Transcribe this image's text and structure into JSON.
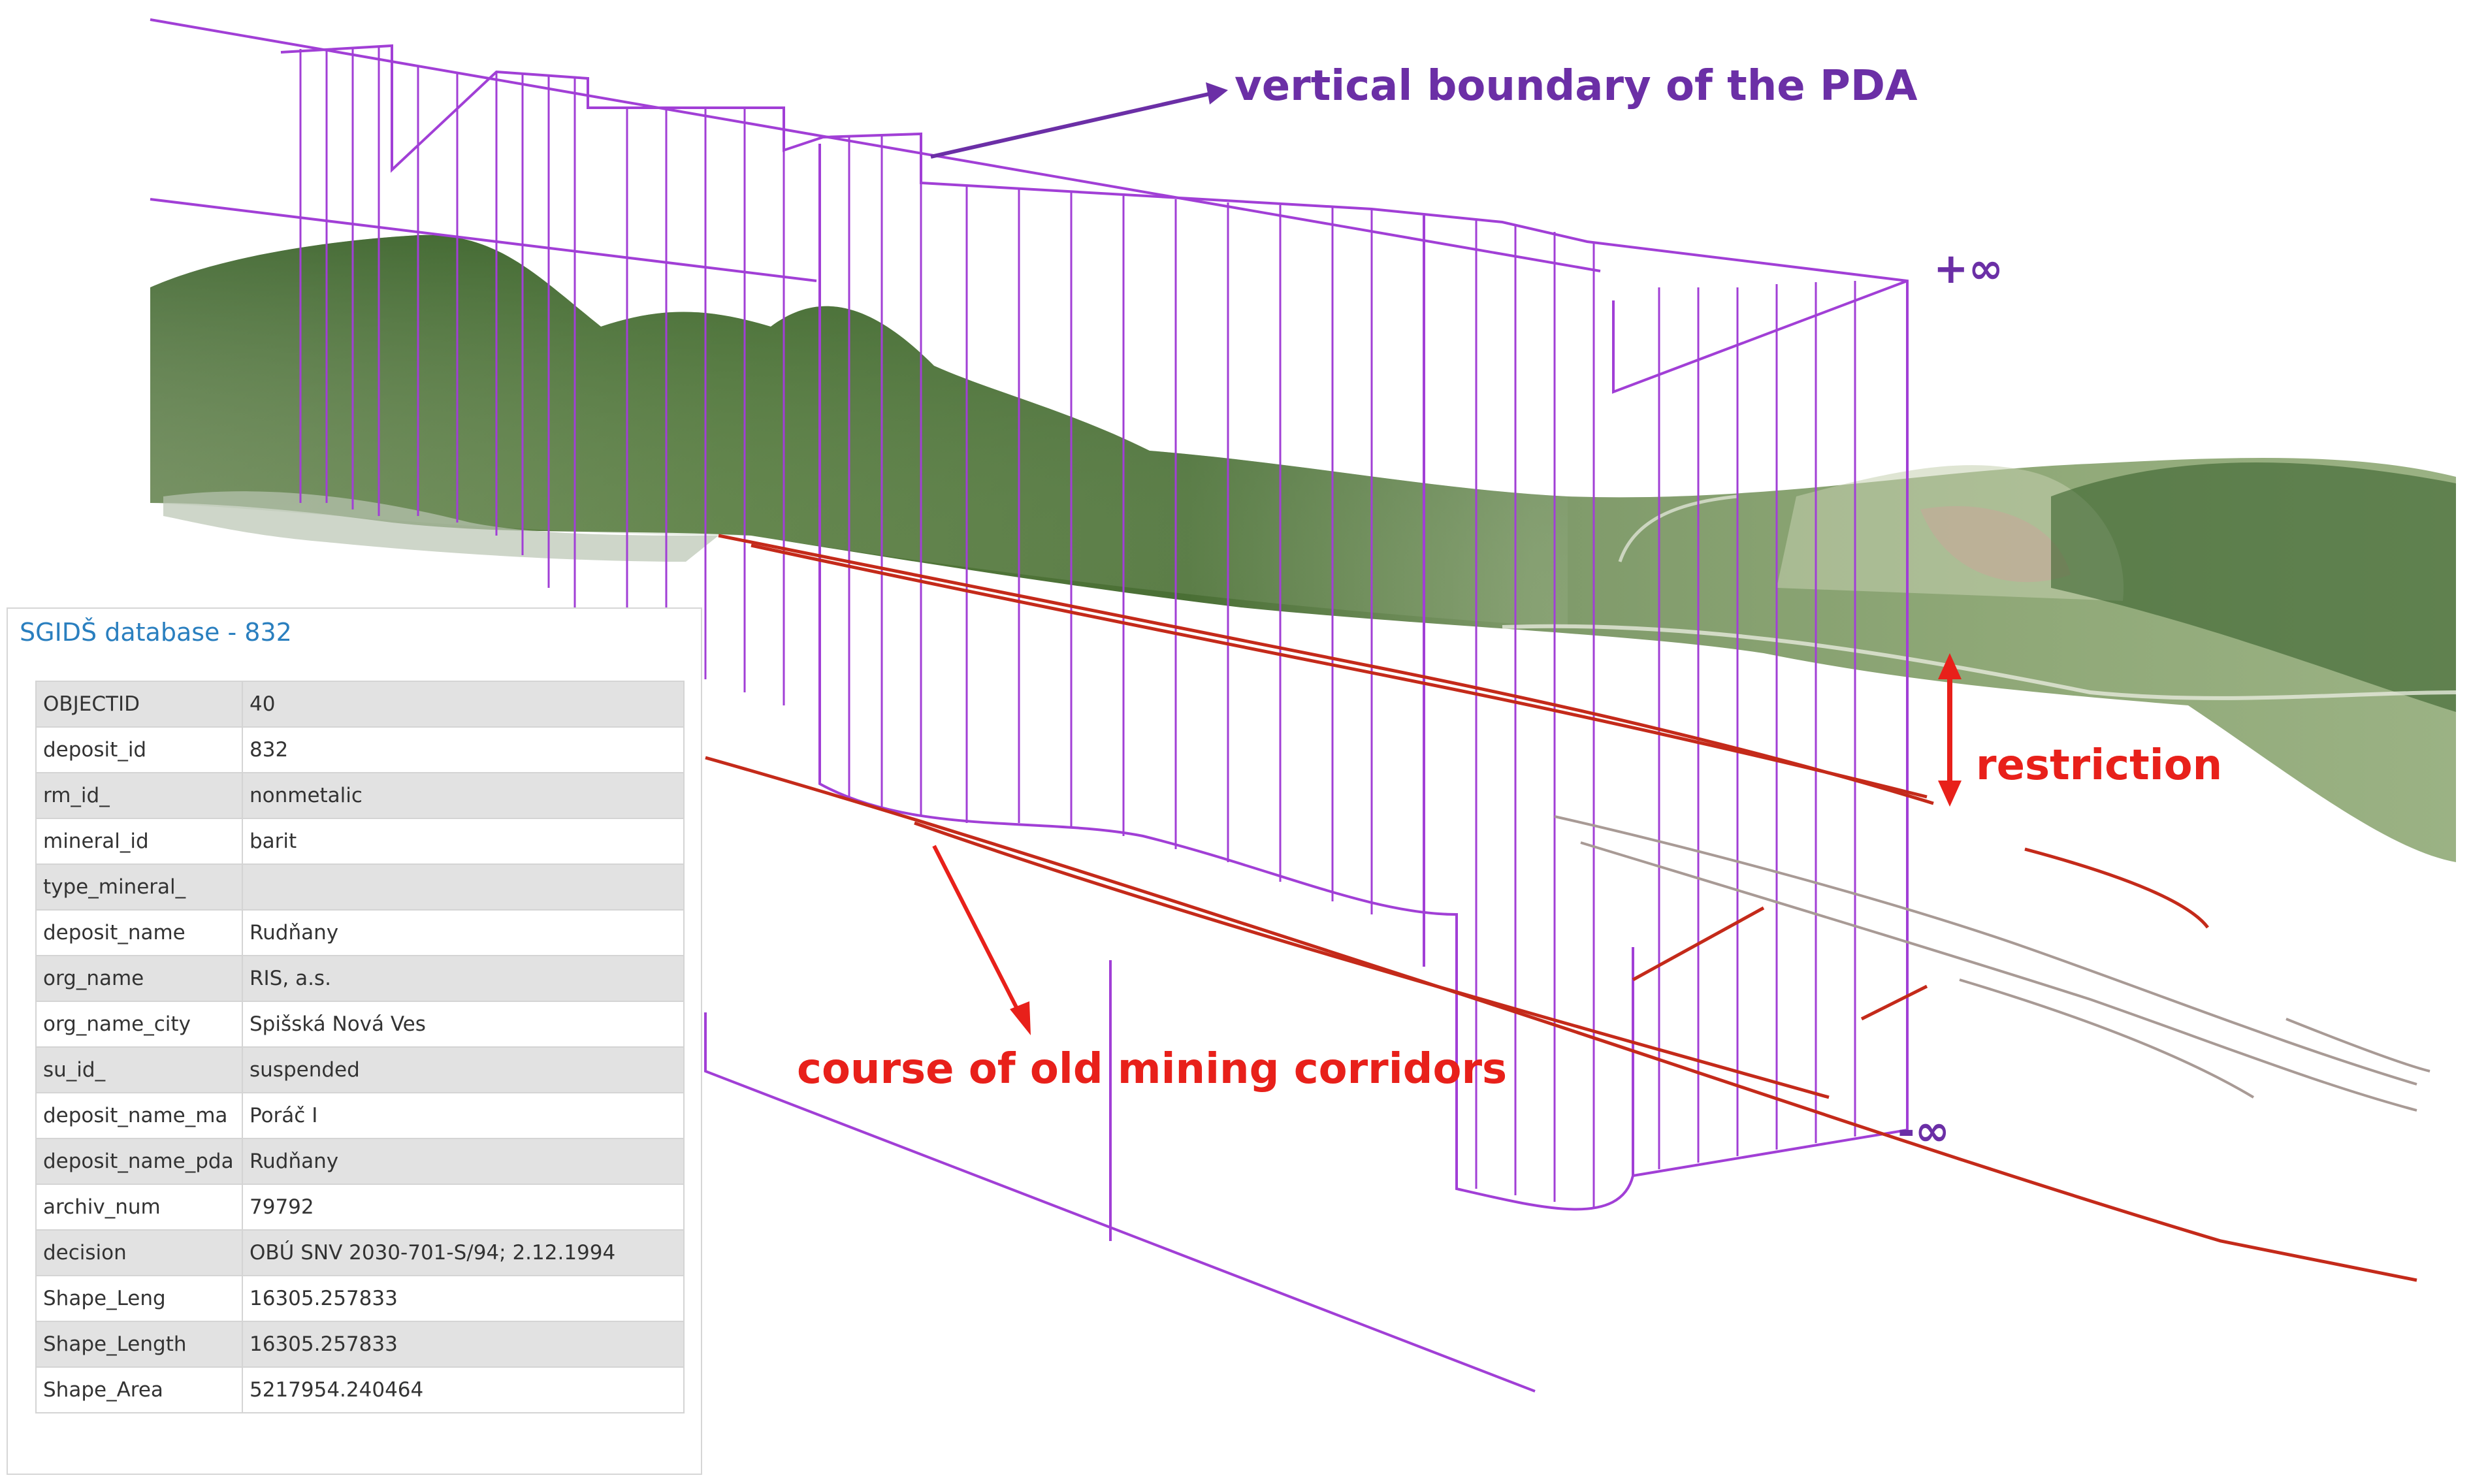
{
  "colors": {
    "pda_boundary": "#a13fd6",
    "mining_corridors": "#c42a1a",
    "annotation_purple": "#6b2fa6",
    "annotation_red": "#e8201a",
    "popup_title": "#2a7fbf"
  },
  "annotations": {
    "vertical_boundary": "vertical boundary of the PDA",
    "plus_infinity": "+∞",
    "minus_infinity": "-∞",
    "restriction": "restriction",
    "mining_corridors": "course of old mining corridors"
  },
  "popup": {
    "title": "SGIDŠ database - 832",
    "rows": [
      {
        "key": "OBJECTID",
        "value": "40"
      },
      {
        "key": "deposit_id",
        "value": "832"
      },
      {
        "key": "rm_id_",
        "value": "nonmetalic"
      },
      {
        "key": "mineral_id",
        "value": "barit"
      },
      {
        "key": "type_mineral_",
        "value": ""
      },
      {
        "key": "deposit_name",
        "value": "Rudňany"
      },
      {
        "key": "org_name",
        "value": "RIS, a.s."
      },
      {
        "key": "org_name_city",
        "value": "Spišská Nová Ves"
      },
      {
        "key": "su_id_",
        "value": "suspended"
      },
      {
        "key": "deposit_name_ma",
        "value": "Poráč I"
      },
      {
        "key": "deposit_name_pda",
        "value": "Rudňany"
      },
      {
        "key": "archiv_num",
        "value": "79792"
      },
      {
        "key": "decision",
        "value": "OBÚ SNV 2030-701-S/94; 2.12.1994"
      },
      {
        "key": "Shape_Leng",
        "value": "16305.257833"
      },
      {
        "key": "Shape_Length",
        "value": "16305.257833"
      },
      {
        "key": "Shape_Area",
        "value": "5217954.240464"
      }
    ]
  }
}
